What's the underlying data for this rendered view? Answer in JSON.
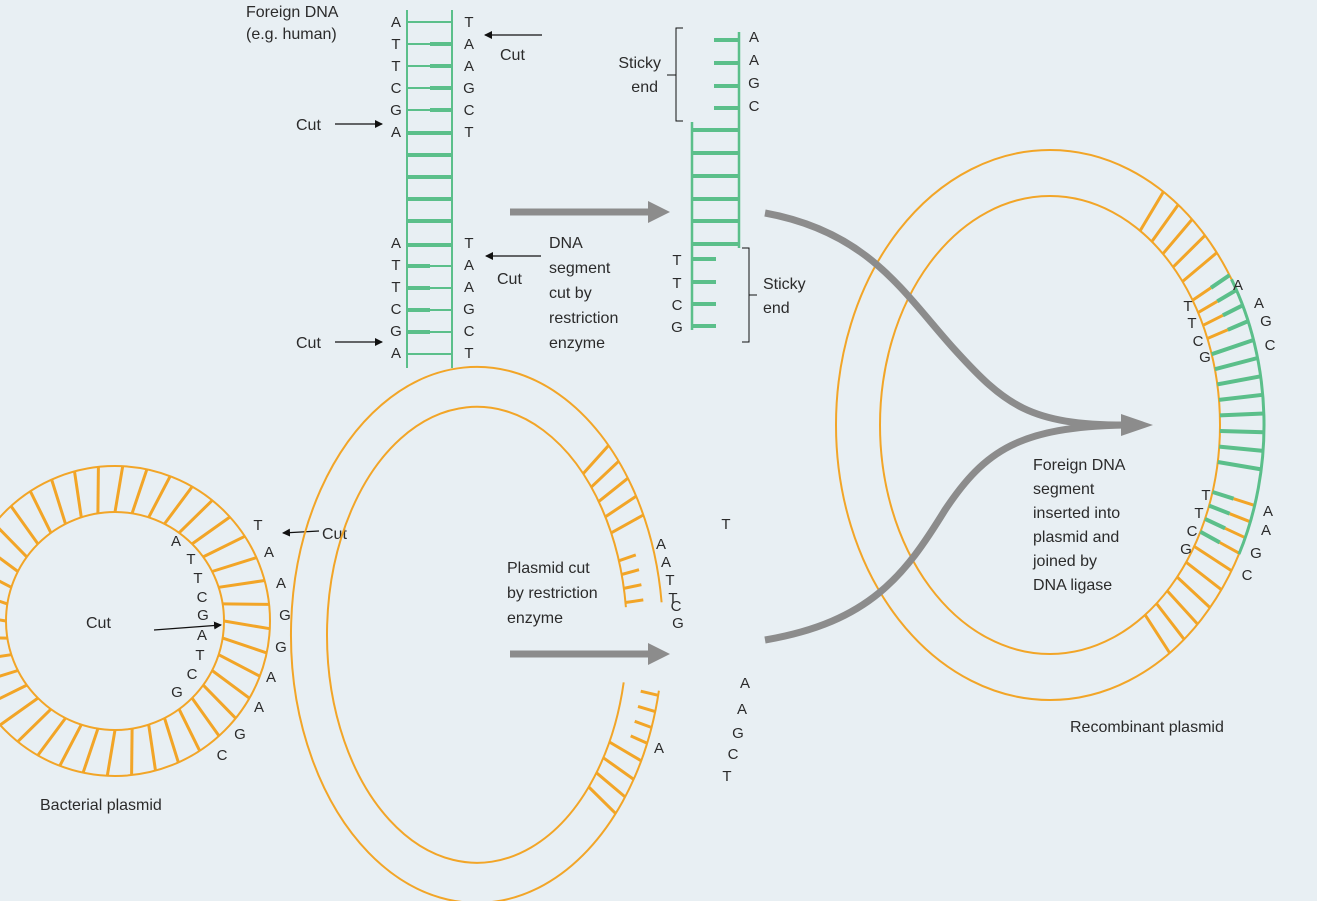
{
  "colors": {
    "background": "#e8eff3",
    "plasmid": "#f2a527",
    "foreign_dna": "#5bbf8a",
    "arrow": "#8c8c8c",
    "text": "#2b2b2b"
  },
  "labels": {
    "foreign_dna_1": "Foreign DNA",
    "foreign_dna_2": "(e.g. human)",
    "cut": "Cut",
    "sticky_1": "Sticky",
    "sticky_2": "end",
    "dna_seg": [
      "DNA",
      "segment",
      "cut by",
      "restriction",
      "enzyme"
    ],
    "plasmid_cut": [
      "Plasmid cut",
      "by restriction",
      "enzyme"
    ],
    "inserted": [
      "Foreign DNA",
      "segment",
      "inserted into",
      "plasmid and",
      "joined by",
      "DNA ligase"
    ],
    "bacterial_plasmid": "Bacterial plasmid",
    "recombinant_plasmid": "Recombinant plasmid"
  },
  "bases": {
    "fd_top_left": [
      "A",
      "T",
      "T",
      "C",
      "G",
      "A"
    ],
    "fd_top_right": [
      "T",
      "A",
      "A",
      "G",
      "C",
      "T"
    ],
    "fd_bot_left": [
      "A",
      "T",
      "T",
      "C",
      "G",
      "A"
    ],
    "fd_bot_right": [
      "T",
      "A",
      "A",
      "G",
      "C",
      "T"
    ],
    "seg_top": [
      "A",
      "A",
      "G",
      "C"
    ],
    "seg_bot": [
      "T",
      "T",
      "C",
      "G"
    ],
    "bp_inner": [
      "A",
      "T",
      "T",
      "C",
      "G",
      "A",
      "T",
      "C",
      "G"
    ],
    "bp_outer": [
      "T",
      "A",
      "A",
      "G",
      "G",
      "A",
      "A",
      "G",
      "C"
    ],
    "cp_upper_outer": "T",
    "cp_upper_inner": [
      "A",
      "A",
      "T",
      "T",
      "C",
      "G"
    ],
    "cp_lower_outer": [
      "A",
      "A",
      "G",
      "C",
      "T"
    ],
    "cp_lower_inner": "A",
    "rp_top_green": [
      "A",
      "A",
      "G",
      "C"
    ],
    "rp_top_orange": [
      "T",
      "T",
      "C",
      "G"
    ],
    "rp_bot_green": [
      "T",
      "T",
      "C",
      "G"
    ],
    "rp_bot_orange": [
      "A",
      "A",
      "G",
      "C"
    ]
  }
}
